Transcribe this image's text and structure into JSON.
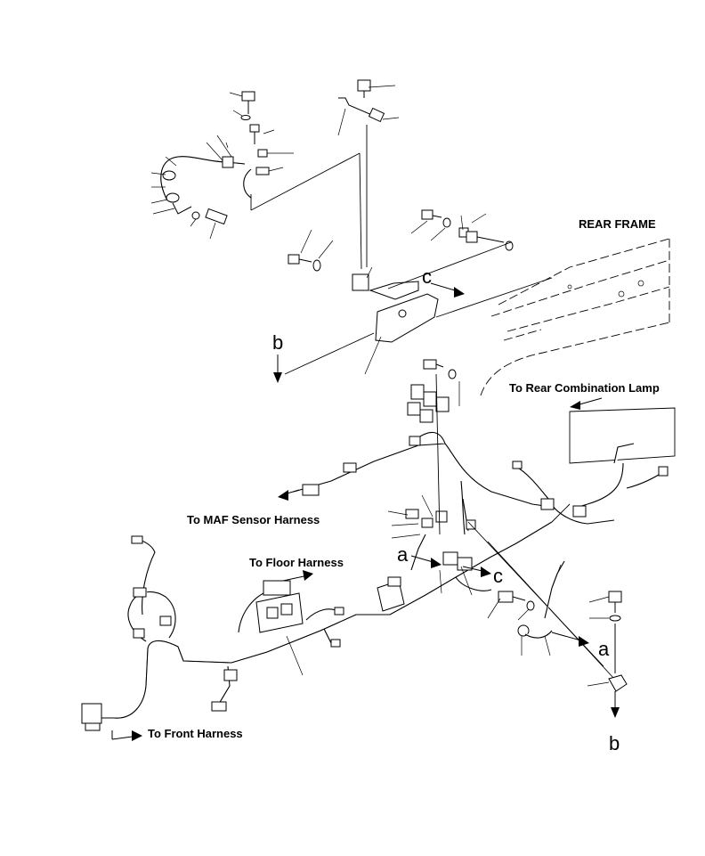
{
  "labels": {
    "rear_frame": "REAR FRAME",
    "to_rear_combination_lamp": "To Rear Combination Lamp",
    "to_maf_sensor_harness": "To MAF Sensor Harness",
    "to_floor_harness": "To Floor Harness",
    "to_front_harness": "To Front Harness"
  },
  "callouts": {
    "a": "a",
    "b": "b",
    "c": "c"
  }
}
